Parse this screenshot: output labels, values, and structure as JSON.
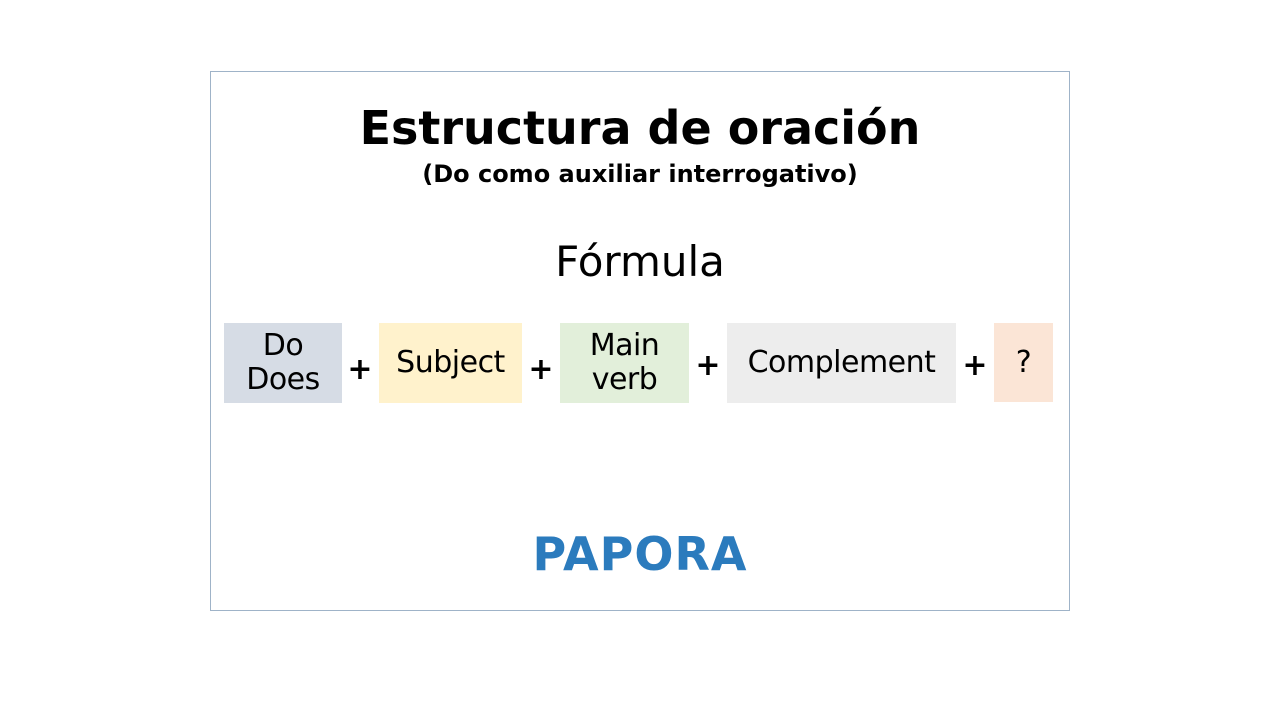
{
  "slide": {
    "title": "Estructura de oración",
    "subtitle": "(Do como auxiliar interrogativo)",
    "formula_heading": "Fórmula",
    "formula": {
      "boxes": [
        {
          "label": "Do\nDoes",
          "color": "#d6dce5"
        },
        {
          "label": "Subject",
          "color": "#fff2cc"
        },
        {
          "label": "Main\nverb",
          "color": "#e2efda"
        },
        {
          "label": "Complement",
          "color": "#ededed"
        },
        {
          "label": "?",
          "color": "#fbe5d6"
        }
      ],
      "operator": "+"
    },
    "logo_text": "PAPORA",
    "logo_color": "#2b7bbd"
  }
}
